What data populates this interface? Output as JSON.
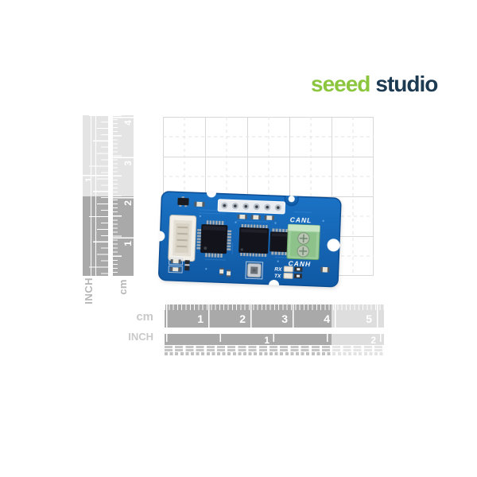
{
  "brand": {
    "logo_part1": "seeed",
    "logo_part2": "studio",
    "color_green": "#8CC63F",
    "color_navy": "#1C3A52"
  },
  "board": {
    "silkscreen": {
      "canl": "CANL",
      "canh": "CANH",
      "rx": "RX",
      "tx": "TX"
    },
    "colors": {
      "pcb_blue": "#1668B6",
      "terminal_green": "#9CCD9A"
    }
  },
  "rulers": {
    "vertical": {
      "inch_label": "INCH",
      "cm_label": "cm",
      "cm_numbers": [
        "4",
        "3",
        "2",
        "1"
      ],
      "inch_numbers": [
        "1"
      ]
    },
    "horizontal": {
      "cm_label": "cm",
      "inch_label": "INCH",
      "cm_numbers": [
        "1",
        "2",
        "3",
        "4",
        "5"
      ],
      "inch_numbers": [
        "1",
        "2"
      ]
    }
  }
}
